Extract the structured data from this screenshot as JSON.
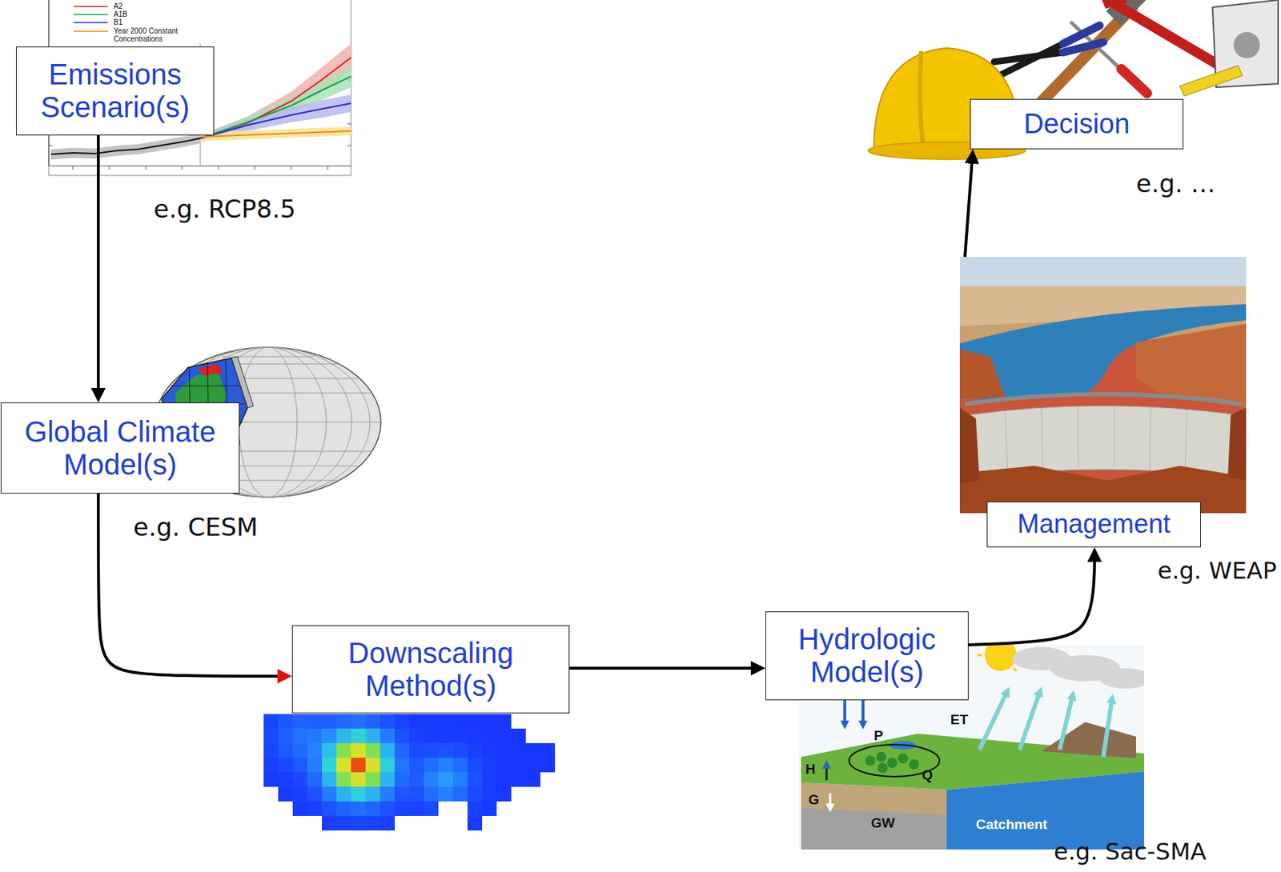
{
  "diagram": {
    "nodes": [
      {
        "text": [
          "Emissions Scenario(s)"
        ]
      },
      {
        "text": [
          "Global Climate Model(s)"
        ]
      },
      {
        "text": [
          "Downscaling Method(s)"
        ]
      },
      {
        "text": [
          "Hydrologic Model(s)"
        ]
      },
      {
        "text": [
          "Management"
        ]
      },
      {
        "text": [
          "Decision"
        ]
      }
    ],
    "edges": [
      {
        "from": 0,
        "to": 1,
        "arrow": "to"
      },
      {
        "from": 1,
        "to": 2,
        "arrow": "to"
      },
      {
        "from": 2,
        "to": 3,
        "arrow": "to"
      },
      {
        "from": 3,
        "to": 4,
        "arrow": "to"
      },
      {
        "from": 4,
        "to": 5,
        "arrow": "to"
      }
    ],
    "labels": [
      "e.g. RCP8.5",
      "e.g. CESM",
      "e.g. Sac-SMA",
      "e.g. WEAP",
      "e.g. …",
      "ET",
      "P",
      "H",
      "G",
      "GW",
      "Q",
      "Catchment"
    ],
    "legend": [
      {
        "text": "A2"
      },
      {
        "text": "A1B"
      },
      {
        "text": "B1"
      },
      {
        "text": "Year 2000 Constant Concentrations"
      }
    ]
  }
}
